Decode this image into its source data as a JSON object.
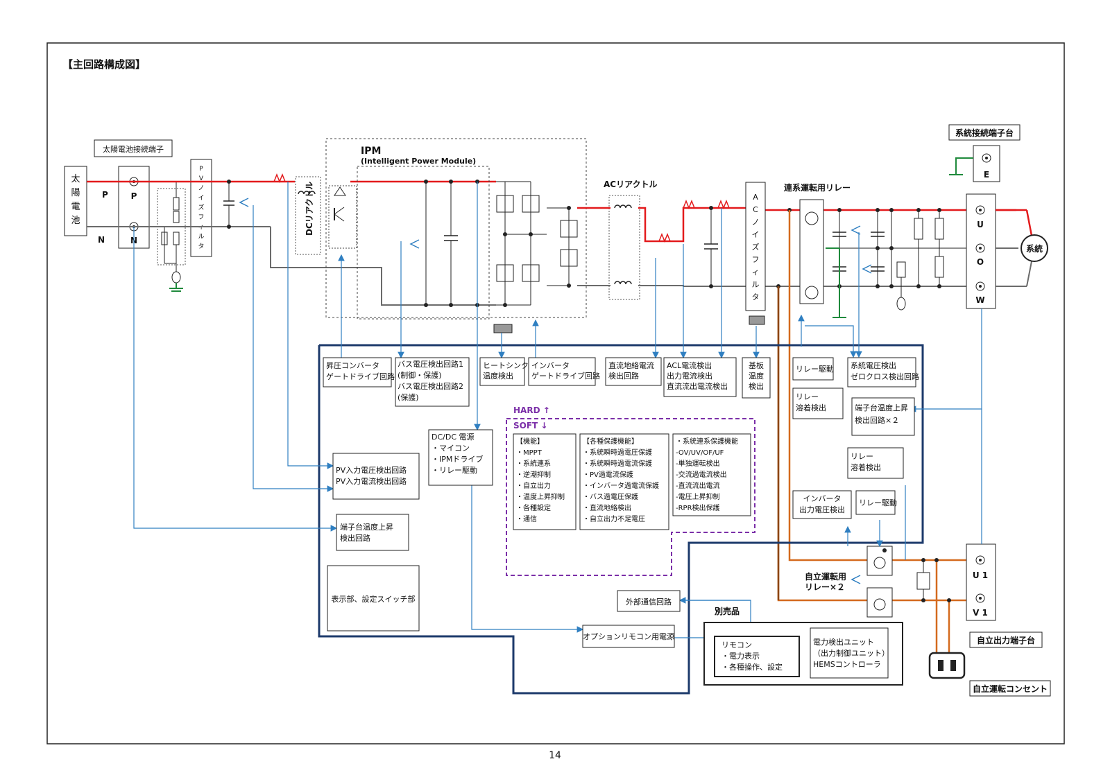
{
  "title": "【主回路構成図】",
  "page_number": "14",
  "colors": {
    "p_line": "#e31a1c",
    "n_line": "#6b6b6b",
    "signal": "#2f7fc1",
    "ground": "#1f8a3c",
    "independent": "#d46a1e",
    "control_box": "#1c3a6b",
    "soft_box": "#7b2fa8"
  },
  "pv": {
    "battery_chars": [
      "太",
      "陽",
      "電",
      "池"
    ],
    "terminal_label": "太陽電池接続端子",
    "p": "P",
    "n": "N",
    "noise_filter_chars": [
      "P",
      "V",
      "ノ",
      "イ",
      "ズ",
      "フ",
      "ィ",
      "ル",
      "タ"
    ],
    "dc_reactor": "DCリアクトル"
  },
  "ipm": {
    "title": "IPM",
    "subtitle": "(Intelligent Power Module)"
  },
  "ac": {
    "reactor": "ACリアクトル",
    "noise_filter_chars": [
      "A",
      "C",
      "ノ",
      "イ",
      "ズ",
      "フ",
      "ィ",
      "ル",
      "タ"
    ],
    "grid_relay": "連系運転用リレー",
    "grid_terminal": "系統接続端子台",
    "grid": "系統",
    "u": "U",
    "o": "O",
    "w": "W",
    "e": "E",
    "u1": "U 1",
    "v1": "V 1",
    "self_relay_1": "自立運転用",
    "self_relay_2": "リレー×２",
    "self_output_terminal": "自立出力端子台",
    "self_outlet": "自立運転コンセント"
  },
  "blocks": {
    "boost_gate": [
      "昇圧コンバータ",
      "ゲートドライブ回路"
    ],
    "bus_voltage": [
      "バス電圧検出回路1",
      "(制御・保護)",
      "バス電圧検出回路2",
      "(保護)"
    ],
    "heatsink": [
      "ヒートシンク",
      "温度検出"
    ],
    "inverter_gate": [
      "インバータ",
      "ゲートドライブ回路"
    ],
    "dc_ground": [
      "直流地絡電流",
      "検出回路"
    ],
    "acl_current": [
      "ACL電流検出",
      "出力電流検出",
      "直流流出電流検出"
    ],
    "board_temp": [
      "基板",
      "温度",
      "検出"
    ],
    "relay_drive_1": [
      "リレー駆動"
    ],
    "relay_weld_1": [
      "リレー",
      "溶着検出"
    ],
    "grid_voltage": [
      "系統電圧検出",
      "ゼロクロス検出回路"
    ],
    "terminal_temp_2": [
      "端子台温度上昇",
      "検出回路×２"
    ],
    "relay_weld_2": [
      "リレー",
      "溶着検出"
    ],
    "inverter_out_v": [
      "インバータ",
      "出力電圧検出"
    ],
    "relay_drive_2": [
      "リレー駆動"
    ],
    "dcdc": [
      "DC/DC 電源",
      "・マイコン",
      "・IPMドライブ",
      "・リレー駆動"
    ],
    "pv_input": [
      "PV入力電圧検出回路",
      "PV入力電流検出回路"
    ],
    "terminal_temp_1": [
      "端子台温度上昇",
      "検出回路"
    ],
    "display": [
      "表示部、設定スイッチ部"
    ],
    "ext_comm": [
      "外部通信回路"
    ],
    "option_power": [
      "オプションリモコン用電源"
    ],
    "separate": "別売品",
    "remote": [
      "リモコン",
      "・電力表示",
      "・各種操作、設定"
    ],
    "power_unit": [
      "電力検出ユニット",
      "（出力制御ユニット）",
      "HEMSコントローラ"
    ]
  },
  "soft": {
    "hard_label": "HARD ↑",
    "soft_label": "SOFT ↓",
    "functions": [
      "【機能】",
      "・MPPT",
      "・系統連系",
      "・逆潮抑制",
      "・自立出力",
      "・温度上昇抑制",
      "・各種設定",
      "・通信"
    ],
    "protections": [
      "【各種保護機能】",
      "・系統瞬時過電圧保護",
      "・系統瞬時過電流保護",
      "・PV過電流保護",
      "・インバータ過電流保護",
      "・バス過電圧保護",
      "・直流地絡検出",
      "・自立出力不足電圧"
    ],
    "grid_protections": [
      "・系統連系保護機能",
      "-OV/UV/OF/UF",
      "-単独運転検出",
      "-交流過電流検出",
      "-直流流出電流",
      "-電圧上昇抑制",
      "-RPR検出保護"
    ]
  }
}
